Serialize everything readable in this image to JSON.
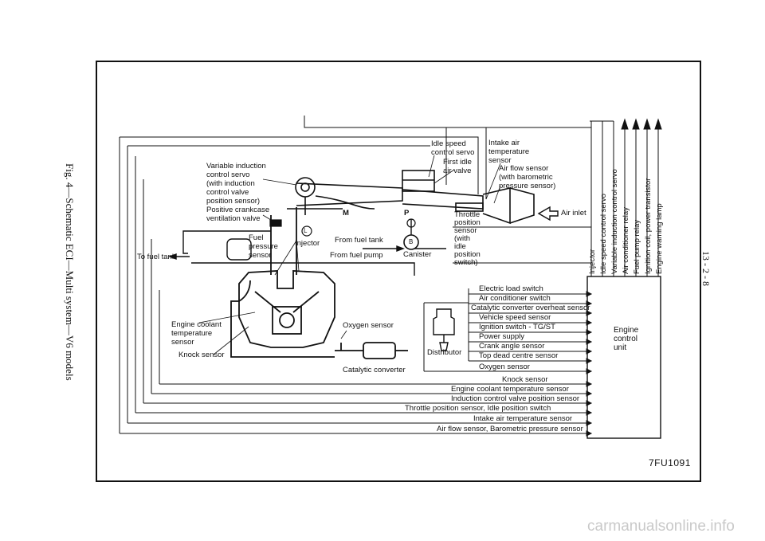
{
  "figure": {
    "caption": "Fig. 4—Schematic ECI—Multi system—V6 models",
    "page_number": "13 - 2 - 8",
    "code": "7FU1091"
  },
  "left_labels": {
    "variable_induction": "Variable induction\ncontrol servo\n(with induction\ncontrol valve\nposition sensor)",
    "pcv_valve": "Positive crankcase\nventilation valve",
    "fuel_pressure_sensor": "Fuel\npressure\nsensor",
    "injector": "Injector",
    "to_fuel_tank": "To fuel tank",
    "from_fuel_tank": "From fuel tank",
    "from_fuel_pump": "From fuel pump",
    "canister": "Canister",
    "engine_coolant": "Engine coolant\ntemperature\nsensor",
    "knock_sensor": "Knock sensor",
    "oxygen_sensor": "Oxygen sensor",
    "catalytic_converter": "Catalytic converter",
    "distributor": "Distributor"
  },
  "top_labels": {
    "idle_speed_servo": "Idle speed\ncontrol servo",
    "first_idle_valve": "First idle\nair valve",
    "intake_air_temp": "Intake air\ntemperature\nsensor",
    "air_flow_sensor": "Air flow sensor\n(with barometric\npressure sensor)",
    "air_inlet": "Air inlet",
    "throttle_sensor": "Throttle\nposition\nsensor\n(with\nidle\nposition\nswitch)",
    "marker_m": "M",
    "marker_p": "P",
    "marker_b": "B",
    "marker_l": "L"
  },
  "input_signals": [
    "Electric load switch",
    "Air conditioner switch",
    "Catalytic converter overheat sensor",
    "Vehicle speed sensor",
    "Ignition switch - TG/ST",
    "Power supply",
    "Crank angle sensor",
    "Top dead centre sensor",
    "Oxygen sensor",
    "Knock sensor",
    "Engine coolant temperature sensor",
    "Induction control valve position sensor",
    "Throttle position sensor, Idle position switch",
    "Intake air temperature sensor",
    "Air flow sensor, Barometric pressure sensor"
  ],
  "output_signals": [
    "Injector",
    "Idle speed control servo",
    "Variable induction control servo",
    "Air conditioner relay",
    "Fuel pump relay",
    "Ignition coil, power transistor",
    "Engine warning lamp"
  ],
  "ecu_label": "Engine\ncontrol\nunit",
  "watermark": "carmanualsonline.info"
}
